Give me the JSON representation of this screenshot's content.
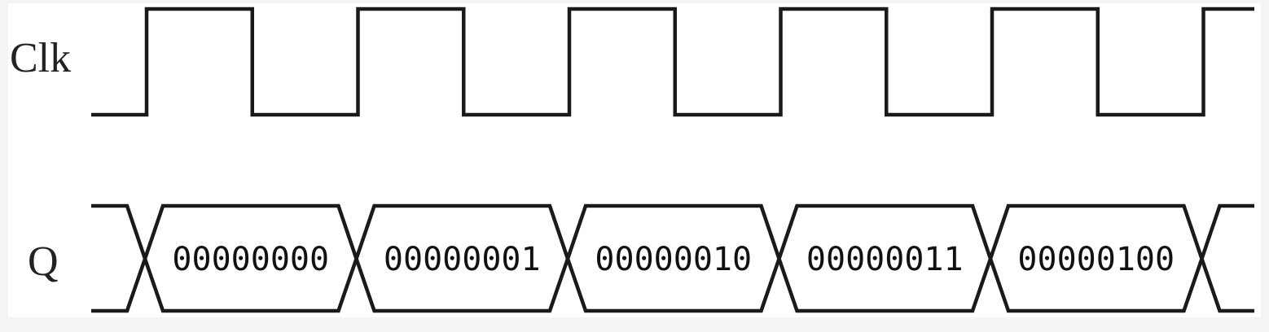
{
  "diagram": {
    "type": "timing-diagram",
    "signals": [
      {
        "id": "clk",
        "label": "Clk",
        "kind": "clock",
        "cycles": 5.5
      },
      {
        "id": "q",
        "label": "Q",
        "kind": "bus",
        "values": [
          "00000000",
          "00000001",
          "00000010",
          "00000011",
          "00000100"
        ]
      }
    ],
    "line_color": "#1a1a1a",
    "background_color": "#ffffff"
  }
}
